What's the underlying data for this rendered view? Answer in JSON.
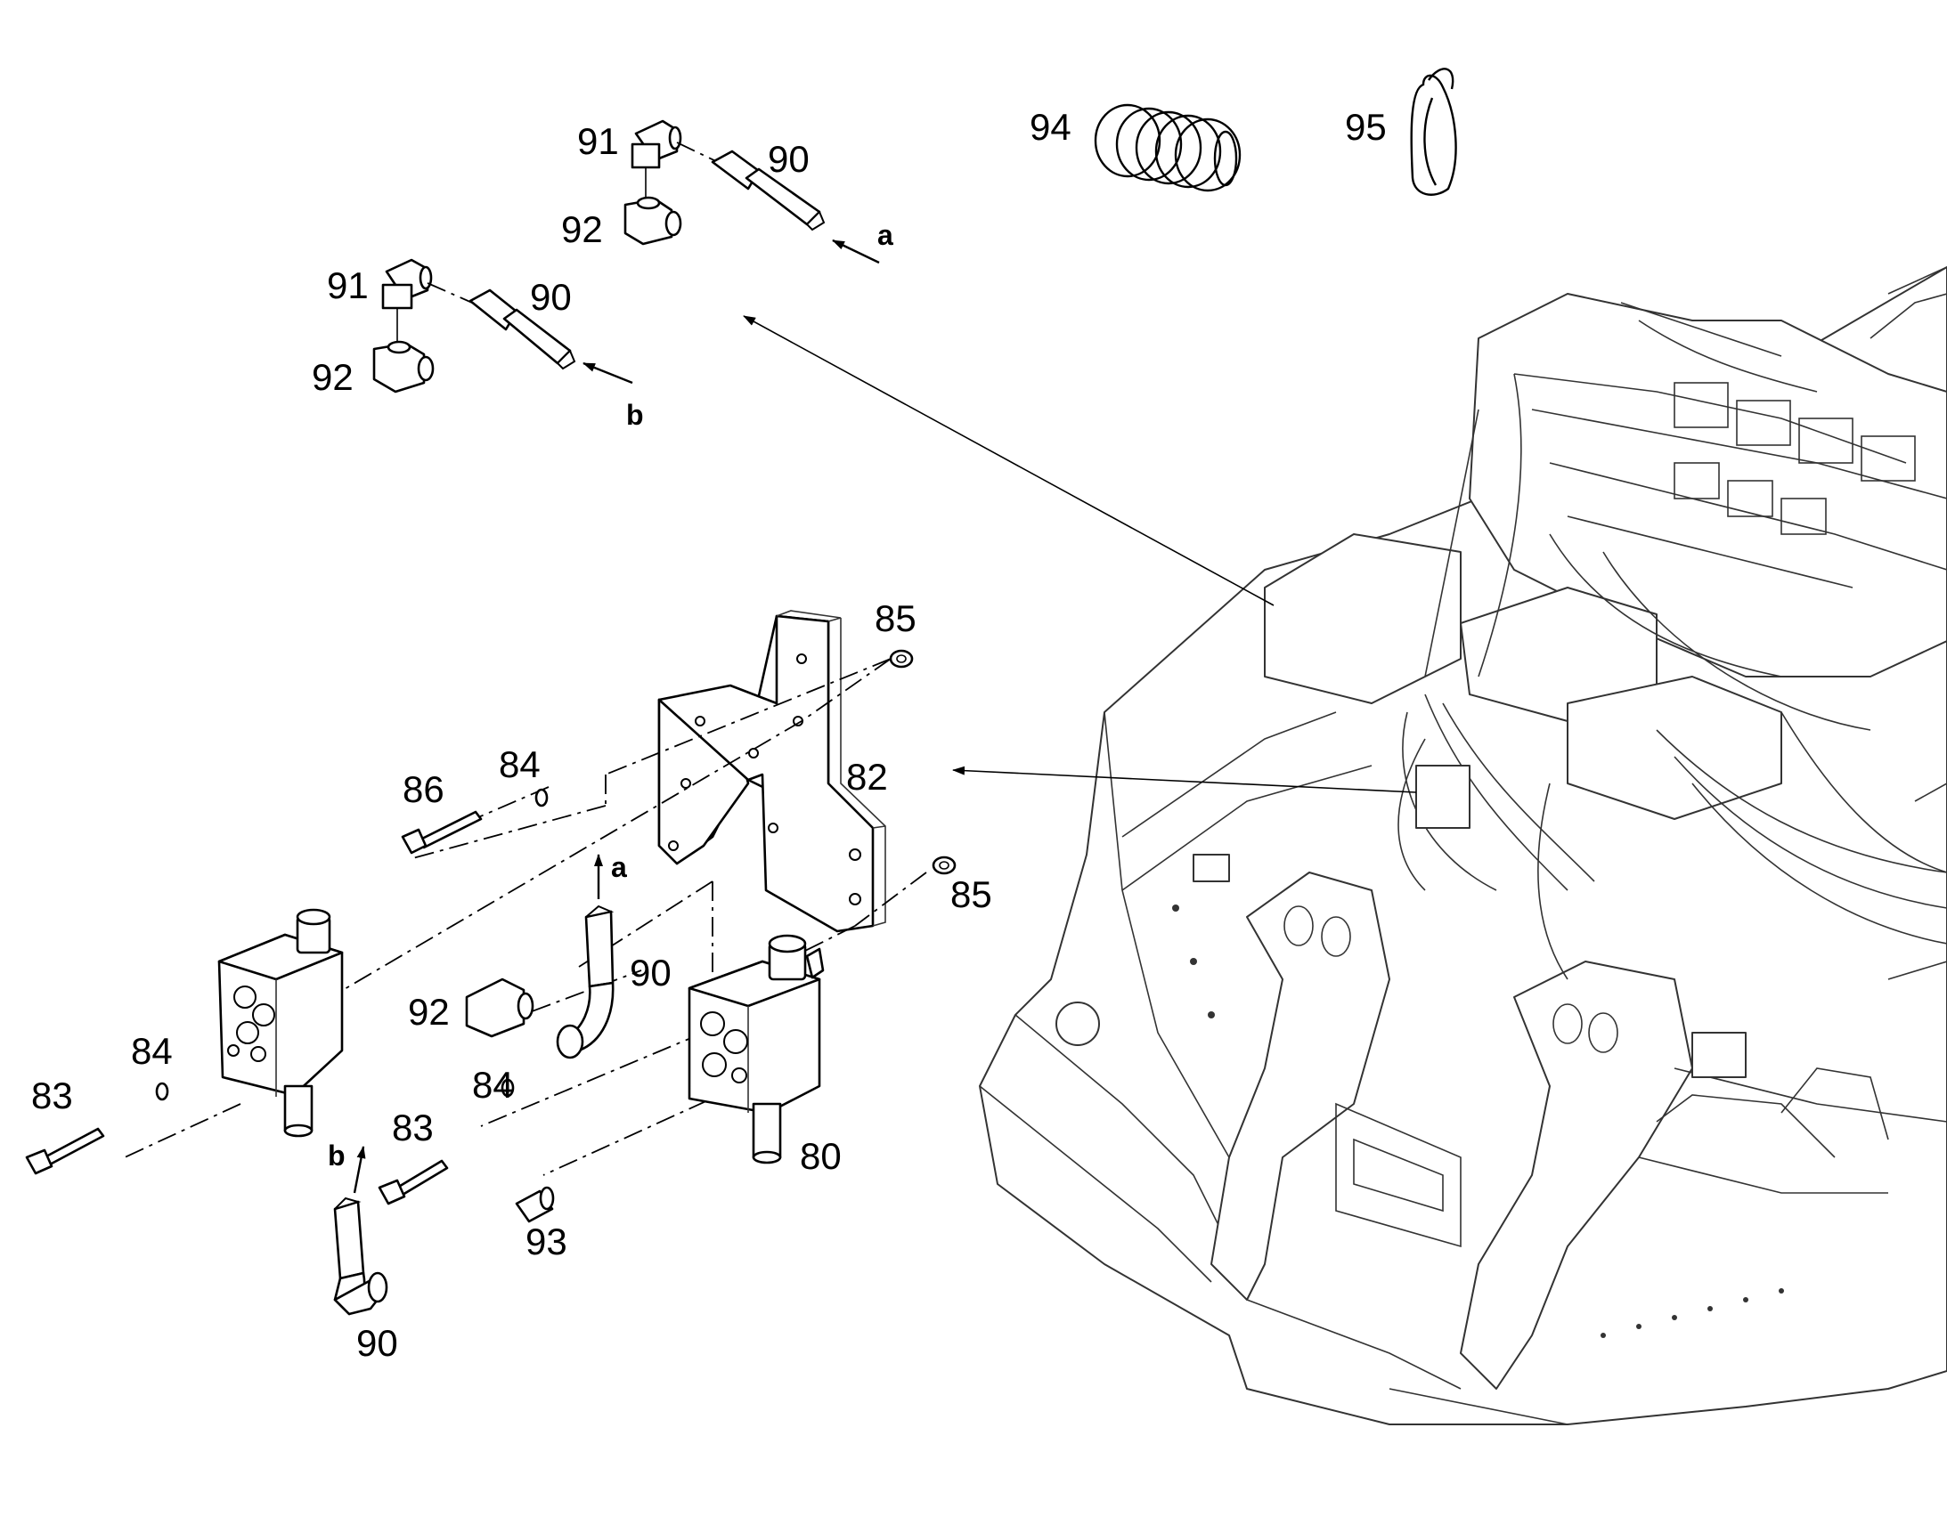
{
  "callouts": {
    "c91a": "91",
    "c90a": "90",
    "c92a": "92",
    "c_a_top": "a",
    "c91b": "91",
    "c90b": "90",
    "c92b": "92",
    "c_b_top": "b",
    "c94": "94",
    "c95": "95",
    "c85a": "85",
    "c84a": "84",
    "c82": "82",
    "c86": "86",
    "c85b": "85",
    "c_a_mid": "a",
    "c90c": "90",
    "c92c": "92",
    "c84b": "84",
    "c83a": "83",
    "c84c": "84",
    "c83b": "83",
    "c80": "80",
    "c_b_low": "b",
    "c93": "93",
    "c90d": "90"
  },
  "icons": {
    "arrow": "arrow-icon",
    "hose": "hose-icon",
    "spring": "spring-icon"
  }
}
